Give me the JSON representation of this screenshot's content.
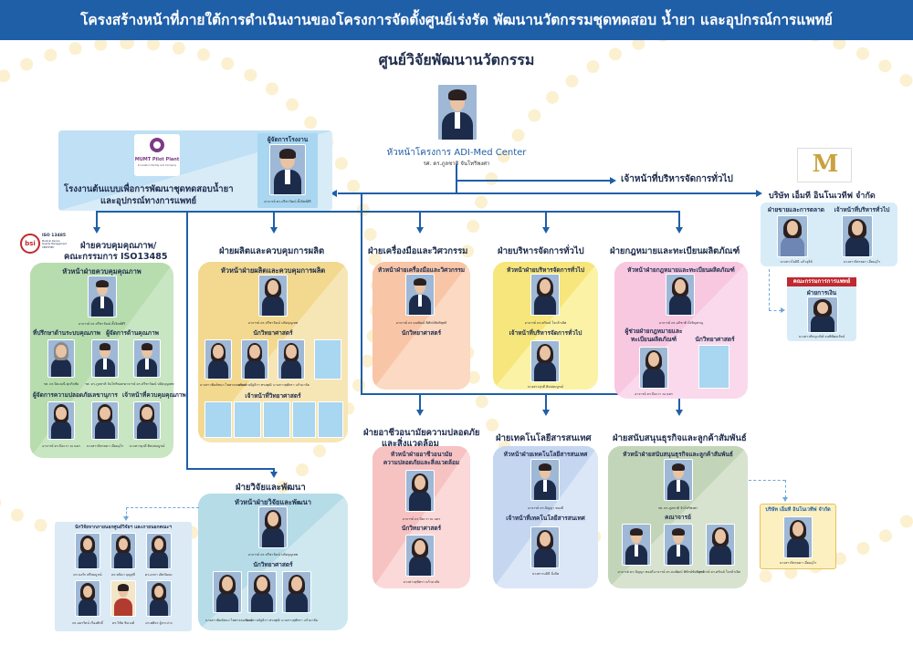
{
  "header": {
    "title": "โครงสร้างหน้าที่ภายใต้การดำเนินงานของโครงการจัดตั้งศูนย์เร่งรัด พัฒนานวัตกรรมชุดทดสอบ น้ำยา และอุปกรณ์การแพทย์"
  },
  "top": {
    "center_name": "ศูนย์วิจัยพัฒนานวัตกรรม",
    "head_title": "หัวหน้าโครงการ ADI-Med Center",
    "head_name": "รศ. ดร.ภูลชาติ จันโทริพงศา",
    "general_admin": "เจ้าหน้าที่บริหารจัดการทั่วไป"
  },
  "pilot_plant": {
    "logo_text": "MUMT Pilot Plant",
    "logo_sub": "Innovation Facility and Company",
    "name_line1": "โรงงานต้นแบบเพื่อการพัฒนาชุดทดสอบน้ำยา",
    "name_line2": "และอุปกรณ์ทางการแพทย์",
    "manager_label": "ผู้จัดการโรงงาน",
    "manager_name": "อาจารย์ ดร.ปรีชาวัฒน์ ตั้งจิตต์ศิริ"
  },
  "company": {
    "title": "บริษัท เอ็มที อินโนเวทีฟ จำกัด",
    "logo_text": "M",
    "roles": [
      "ฝ่ายขายและการตลาด",
      "เจ้าหน้าที่บริหารทั่วไป"
    ],
    "names": [
      "นางสาวโยธินี แก้วจุลิส์",
      "นางสาวจิตรลดา เอี่ยมอุไร"
    ],
    "committee": "คณะกรรมการการแพทย์",
    "finance": "ฝ่ายการเงิน",
    "finance_name": "นางสาวศิรญาณิษ์ ธนพิพัฒนรัตน์"
  },
  "qa": {
    "badge": "ISO 13485",
    "badge_sub": "Medical Device Quality Management CERTIFIED",
    "heading1": "ฝ่ายควบคุมคุณภาพ/",
    "heading2": "คณะกรรมการ ISO13485",
    "head_label": "หัวหน้าฝ่ายควบคุมคุณภาพ",
    "head_name": "อาจารย์ ดร.ปรีชาวัฒน์ ตั้งจิตต์ศิริ",
    "role_advisor": "ที่ปรึกษาด้านระบบคุณภาพ",
    "role_manager": "ผู้จัดการด้านคุณภาพ",
    "advisor_name": "รศ. ดร.ปิยะมณี ศุภกิจชัย",
    "manager1": "รศ. ดร.ภูลชาติ จันโทริพงศา",
    "manager2": "อาจารย์ ดร.ปรีชาวัฒน์ ปลัดบุญเทพ",
    "role_safety": "ผู้จัดการความปลอดภัย",
    "role_secretary": "เลขานุการ",
    "role_officer": "เจ้าหน้าที่ควบคุมคุณภาพ",
    "safety_name": "อาจารย์ ดร.ปิยะวา ณ นคร",
    "secretary_name": "นางสาวจิตรลดา เอี่ยมอุไร",
    "officer_name": "นางสาวยุวดี ศิลปสมบูรณ์"
  },
  "production": {
    "heading": "ฝ่ายผลิตและควบคุมการผลิต",
    "head_label": "หัวหน้าฝ่ายผลิตและควบคุมการผลิต",
    "head_name": "อาจารย์ ดร.ปรีชาวัฒน์ ปลัดบุญเทพ",
    "scientist": "นักวิทยาศาสตร์",
    "officer": "เจ้าหน้าที่วิทยาศาสตร์",
    "names": [
      "นางสาวพิมพ์ชนก ไพศาลธนพัฒน์",
      "นางสาวณัฐธิกา ทรงพุฒิ",
      "นางสาวสุพัตรา แก้วมาลัย"
    ]
  },
  "tools": {
    "heading": "ฝ่ายเครื่องมือและวิศวกรรม",
    "head_label": "หัวหน้าฝ่ายเครื่องมือและวิศวกรรม",
    "head_name": "อาจารย์ ดร.ธนพัฒน์ พิทักษ์ชัยพิสุทธิ",
    "scientist": "นักวิทยาศาสตร์"
  },
  "admin": {
    "heading": "ฝ่ายบริหารจัดการทั่วไป",
    "head_label": "หัวหน้าฝ่ายบริหารจัดการทั่วไป",
    "head_name": "อาจารย์ ดร.ศรัณย์ ใจกล้าเลิศ",
    "officer_label": "เจ้าหน้าที่บริหารจัดการทั่วไป",
    "officer_name": "นางสาวสุวดี ศิลปสมบูรณ์"
  },
  "legal": {
    "heading": "ฝ่ายกฎหมายและทะเบียนผลิตภัณฑ์",
    "head_label": "หัวหน้าฝ่ายกฎหมายและทะเบียนผลิตภัณฑ์",
    "head_name": "อาจารย์ ดร.อภิชาติ มั่งชิญชาญ",
    "assistant1": "ผู้ช่วยฝ่ายกฎหมายและ",
    "assistant2": "ทะเบียนผลิตภัณฑ์",
    "scientist": "นักวิทยาศาสตร์",
    "assistant_name": "อาจารย์ ดร.ปิยะวา ณ นคร"
  },
  "safety": {
    "heading1": "ฝ่ายอาชีวอนามัยความปลอดภัย",
    "heading2": "และสิ่งแวดล้อม",
    "head_label1": "หัวหน้าฝ่ายอาชีวอนามัย",
    "head_label2": "ความปลอดภัยและสิ่งแวดล้อม",
    "head_name": "อาจารย์ ดร.ปิยะวา ณ นคร",
    "scientist": "นักวิทยาศาสตร์",
    "scientist_name": "นางสาวสุพัตรา แก้วมาลัย"
  },
  "it": {
    "heading": "ฝ่ายเทคโนโลยีสารสนเทศ",
    "head_label": "หัวหน้าฝ่ายเทคโนโลยีสารสนเทศ",
    "head_name": "อาจารย์ ดร.ปัญญา ทองดี",
    "officer_label": "เจ้าหน้าที่เทคโนโลยีสารสนเทศ",
    "officer_name": "นางสาวนลินี นิ่งจิต"
  },
  "business": {
    "heading": "ฝ่ายสนับสนุนธุรกิจและลูกค้าสัมพันธ์",
    "head_label": "หัวหน้าฝ่ายสนับสนุนธุรกิจและลูกค้าสัมพันธ์",
    "head_name": "รศ. ดร.ภูลชาติ จันโทริพงศา",
    "faculty": "คณาจารย์",
    "faculty_names": [
      "อาจารย์ ดร.ปัญญา ทองดี",
      "อาจารย์ ดร.ธนพัฒน์ พิทักษ์ชัยพิสุทธิ",
      "อาจารย์ ดร.ศรัณย์ ใจกล้าเลิศ"
    ],
    "company_title": "บริษัท เอ็มที อินโนเวทีฟ จำกัด",
    "company_name": "นางสาวจิตรลดา เอี่ยมอุไร"
  },
  "rnd": {
    "heading": "ฝ่ายวิจัยและพัฒนา",
    "head_label": "หัวหน้าฝ่ายวิจัยและพัฒนา",
    "head_name": "อาจารย์ ดร.ปรีชาวัฒน์ ปลัดบุญเทพ",
    "scientist": "นักวิทยาศาสตร์",
    "names": [
      "นางสาวพิมพ์ชนก ไพศาลธนพัฒน์",
      "นางสาวณัฐธิกา ทรงพุฒิ",
      "นางสาวสุพัตรา แก้วมาลัย"
    ],
    "external_title": "นักวิจัยจากภายนอกศูนย์วิจัยฯ และภายนอกคณะฯ",
    "external_names": [
      "ดร.นงรัก ศรีสมบูรณ์",
      "ดร.ชนิดา บุญสุขี",
      "ดร.อรสา เลิศวัฒนะ",
      "ดร.อมรรัตน์ เรืองศักดิ์",
      "ดร.วิชัย ชินวงศ์",
      "ดร.ศศิธร ผู้กระจ่าง"
    ]
  }
}
